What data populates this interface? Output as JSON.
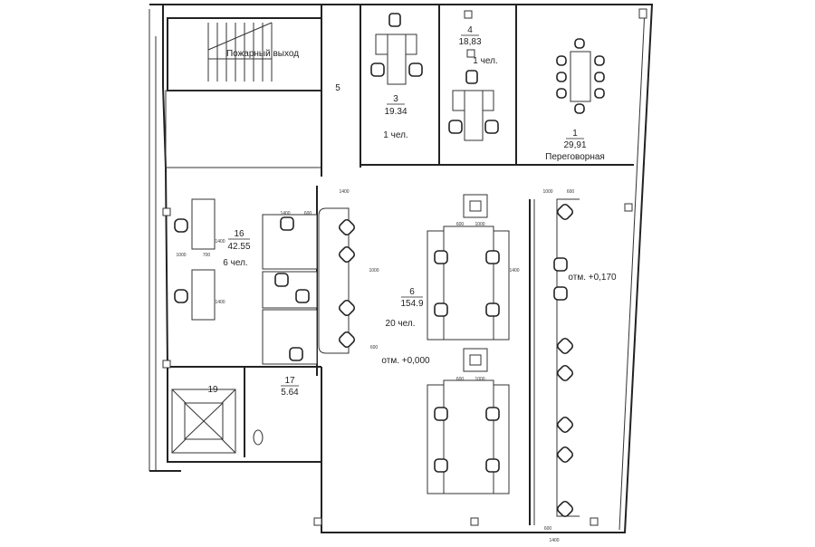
{
  "plan": {
    "fire_exit": "Пожарный выход",
    "rooms": {
      "r5": {
        "num": "5"
      },
      "r3": {
        "num": "3",
        "area": "19.34",
        "people": "1 чел."
      },
      "r4": {
        "num": "4",
        "area": "18,83",
        "people": "1 чел."
      },
      "r1": {
        "num": "1",
        "area": "29,91",
        "name": "Переговорная"
      },
      "r16": {
        "num": "16",
        "area": "42.55",
        "people": "6 чел."
      },
      "r6": {
        "num": "6",
        "area": "154.9",
        "people": "20 чел.",
        "level": "отм. +0,000"
      },
      "r6b": {
        "level": "отм. +0,170"
      },
      "r19": {
        "num": "19"
      },
      "r17": {
        "num": "17",
        "area": "5.64"
      }
    },
    "dims": [
      "1400",
      "1400",
      "600",
      "1000",
      "600",
      "1000",
      "600",
      "1000",
      "600",
      "1400",
      "1400",
      "1000",
      "700",
      "1400",
      "600",
      "1000",
      "1400",
      "600"
    ]
  }
}
